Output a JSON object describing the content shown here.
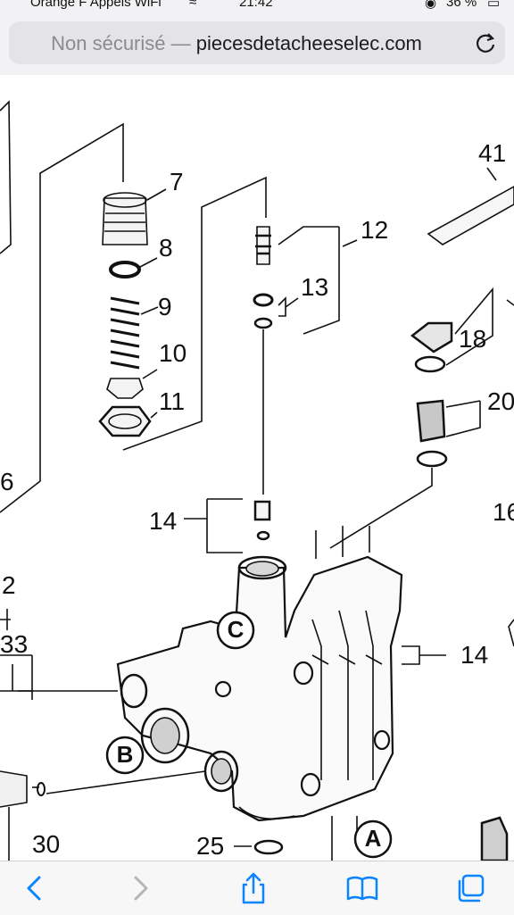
{
  "status_bar": {
    "carrier": "Orange F Appels WiFi",
    "time": "21:42",
    "battery": "36 %"
  },
  "address_bar": {
    "security_label": "Non sécurisé",
    "separator": " — ",
    "domain": "piecesdetacheeselec.com"
  },
  "diagram": {
    "part_labels": [
      "7",
      "8",
      "9",
      "10",
      "11",
      "12",
      "13",
      "14",
      "14",
      "14",
      "18",
      "20",
      "41",
      "6",
      "2",
      "33",
      "30",
      "25",
      "16"
    ],
    "port_labels": [
      "A",
      "B",
      "C"
    ]
  },
  "toolbar": {
    "icons": [
      "back-icon",
      "forward-icon",
      "share-icon",
      "bookmarks-icon",
      "tabs-icon"
    ]
  },
  "colors": {
    "link_blue": "#0a84ff",
    "chrome_bg": "#f2f2f4"
  }
}
